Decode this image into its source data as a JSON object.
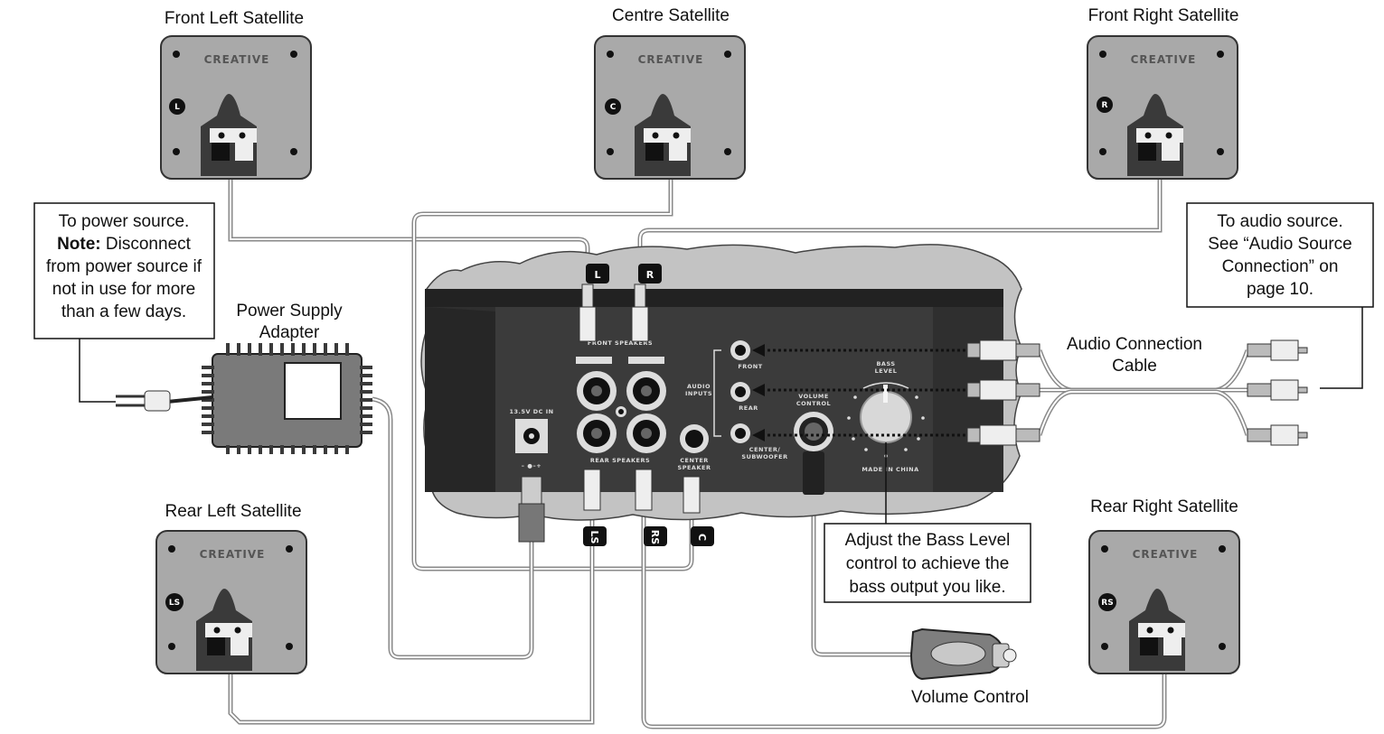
{
  "labels": {
    "front_left": "Front Left Satellite",
    "centre": "Centre Satellite",
    "front_right": "Front Right Satellite",
    "rear_left": "Rear Left Satellite",
    "rear_right": "Rear Right Satellite",
    "power_adapter_1": "Power Supply",
    "power_adapter_2": "Adapter",
    "audio_cable_1": "Audio Connection",
    "audio_cable_2": "Cable",
    "volume_control": "Volume Control"
  },
  "callouts": {
    "power": {
      "line1": "To power source.",
      "note_bold": "Note:",
      "line2_rest": " Disconnect",
      "line3": "from power source if",
      "line4": "not in use for more",
      "line5": "than a few days."
    },
    "audio": {
      "line1": "To audio source.",
      "line2": "See “Audio Source",
      "line3": "Connection” on",
      "line4": "page 10."
    },
    "bass": {
      "line1": "Adjust the Bass Level",
      "line2": "control to achieve the",
      "line3": "bass output you like."
    }
  },
  "speakers": {
    "brand": "CREATIVE",
    "badges": {
      "fl": "L",
      "c": "C",
      "fr": "R",
      "rl": "LS",
      "rr": "RS"
    }
  },
  "cable_tags": {
    "l": "L",
    "r": "R",
    "ls": "LS",
    "rs": "RS",
    "c": "C"
  },
  "panel": {
    "front_speakers": "FRONT SPEAKERS",
    "rear_speakers": "REAR SPEAKERS",
    "dc_in": "13.5V DC IN",
    "center_speaker_1": "CENTER",
    "center_speaker_2": "SPEAKER",
    "audio_inputs_1": "AUDIO",
    "audio_inputs_2": "INPUTS",
    "in_front": "FRONT",
    "in_rear": "REAR",
    "in_center_1": "CENTER/",
    "in_center_2": "SUBWOOFER",
    "volume_1": "VOLUME",
    "volume_2": "CONTROL",
    "bass_1": "BASS",
    "bass_2": "LEVEL",
    "made_in": "MADE IN CHINA"
  }
}
